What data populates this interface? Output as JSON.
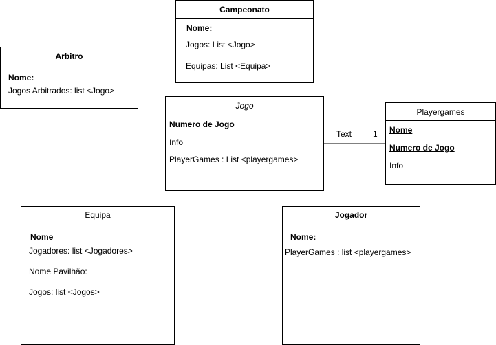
{
  "classes": {
    "campeonato": {
      "title": "Campeonato",
      "fields": [
        "Nome:",
        "Jogos: List <Jogo>",
        "Equipas: List <Equipa>"
      ]
    },
    "arbitro": {
      "title": "Arbitro",
      "fields": [
        "Nome:",
        "Jogos Arbitrados: list <Jogo>"
      ]
    },
    "jogo": {
      "title": "Jogo",
      "fields": [
        "Numero de Jogo",
        "Info",
        "PlayerGames : List <playergames>"
      ]
    },
    "playergames": {
      "title": "Playergames",
      "fields": [
        "Nome",
        "Numero de Jogo",
        "Info"
      ]
    },
    "equipa": {
      "title": "Equipa",
      "fields": [
        "Nome",
        "Jogadores:  list <Jogadores>",
        "Nome Pavilhão:",
        "Jogos: list <Jogos>"
      ]
    },
    "jogador": {
      "title": "Jogador",
      "fields": [
        "Nome:",
        "PlayerGames : list <playergames>"
      ]
    }
  },
  "association": {
    "label": "Text",
    "multiplicity": "1"
  }
}
